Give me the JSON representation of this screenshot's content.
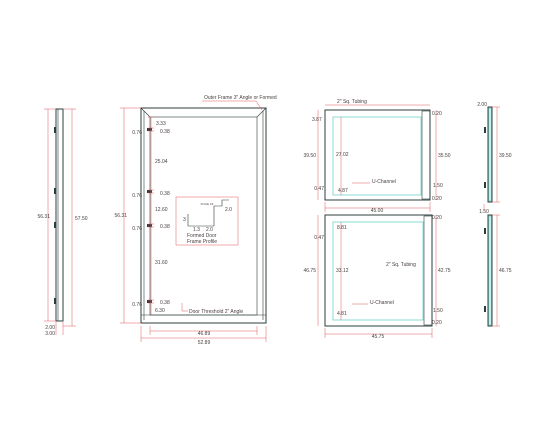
{
  "colors": {
    "dimension": "#e0575b",
    "frame": "#2c3d3d",
    "glass": "#6fd3c8"
  },
  "side_view": {
    "heights": [
      "56.31",
      "57.50"
    ],
    "bottom": [
      "2.00",
      "3.00"
    ]
  },
  "front": {
    "outer_frame_note": "Outer Frame 3\" Angle or Formed",
    "height": "56.31",
    "segments": [
      "3.33",
      "0.38",
      "25.04",
      "0.38",
      "12.60",
      "0.38",
      "31.60",
      "0.38",
      "6.30"
    ],
    "hinge": [
      "0.76",
      "0.76",
      "0.76",
      "0.76"
    ],
    "threshold_note": "Door Threshold 2\" Angle",
    "widths": [
      "46.89",
      "52.89"
    ],
    "profile": {
      "title": "Formed Door Frame Profile",
      "a": "1.3",
      "b": "2.0",
      "c": "2.0",
      "d": "3",
      "small": "Profile 16"
    }
  },
  "panel_top": {
    "tubing": "2\" Sq. Tubing",
    "dims": [
      "3.87",
      "39.50",
      "27.02",
      "35.50",
      "0.47",
      "4.87",
      "1.50",
      "0.20",
      "0.20"
    ],
    "channel": "U-Channel",
    "width": "45.00"
  },
  "panel_bottom": {
    "tubing": "2\" Sq. Tubing",
    "dims": [
      "0.20",
      "0.47",
      "8.81",
      "46.75",
      "33.12",
      "42.75",
      "1.50",
      "4.81",
      "0.20"
    ],
    "channel": "U-Channel",
    "width": "45.75"
  },
  "right_side": {
    "top": [
      "2.00",
      "39.50",
      "1.50"
    ],
    "bottom": [
      "46.75"
    ]
  }
}
